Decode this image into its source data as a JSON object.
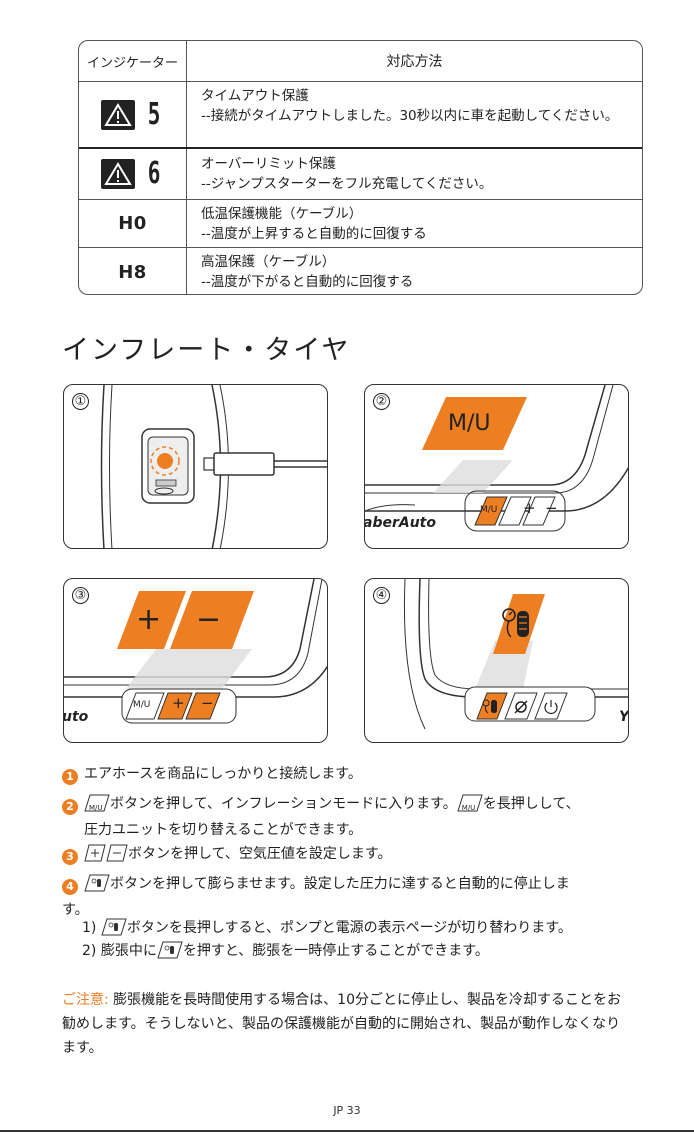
{
  "table": {
    "header_indicator": "インジケーター",
    "header_solution": "対応方法",
    "rows": [
      {
        "code": "5",
        "title": "タイムアウト保護",
        "desc": "--接続がタイムアウトしました。30秒以内に車を起動してください。"
      },
      {
        "code": "6",
        "title": "オーバーリミット保護",
        "desc": "--ジャンプスターターをフル充電してください。"
      },
      {
        "code": "H0",
        "title": "低温保護機能（ケーブル）",
        "desc": "--温度が上昇すると自動的に回復する"
      },
      {
        "code": "H8",
        "title": "高温保護（ケーブル）",
        "desc": "--温度が下がると自動的に回復する"
      }
    ]
  },
  "section_title": "インフレート・タイヤ",
  "panels": {
    "labels": [
      "①",
      "②",
      "③",
      "④"
    ],
    "mu_label": "M/U",
    "plus_label": "+",
    "minus_label": "−",
    "brand_partial_2": "aberAuto",
    "brand_partial_3": "uto",
    "brand_partial_4": "Y"
  },
  "steps": {
    "s1_num": "1",
    "s1_text": "エアホースを商品にしっかりと接続します。",
    "s2_num": "2",
    "s2_a": "ボタンを押して、インフレーションモードに入ります。",
    "s2_b": "を長押しして、",
    "s2_c": "圧力ユニットを切り替えることができます。",
    "s3_num": "3",
    "s3_text": "ボタンを押して、空気圧値を設定します。",
    "s4_num": "4",
    "s4_a": "ボタンを押して膨らませます。設定した圧力に達すると自動的に停止しま",
    "s4_b": "す。",
    "sub1_prefix": "1)",
    "sub1_text": "ボタンを長押しすると、ポンプと電源の表示ページが切り替わります。",
    "sub2_prefix": "2) 膨張中に",
    "sub2_text": "を押すと、膨張を一時停止することができます。",
    "icon_mu": "M/U"
  },
  "note": {
    "label": "ご注意:",
    "text": " 膨張機能を長時間使用する場合は、10分ごとに停止し、製品を冷却することをお勧めします。そうしないと、製品の保護機能が自動的に開始され、製品が動作しなくなります。"
  },
  "page_number": "JP 33",
  "colors": {
    "accent": "#ee7e22",
    "text": "#222222"
  },
  "icons": [
    "warning-icon",
    "hose-icon",
    "tire-gauge-icon",
    "slash-icon",
    "power-icon"
  ]
}
